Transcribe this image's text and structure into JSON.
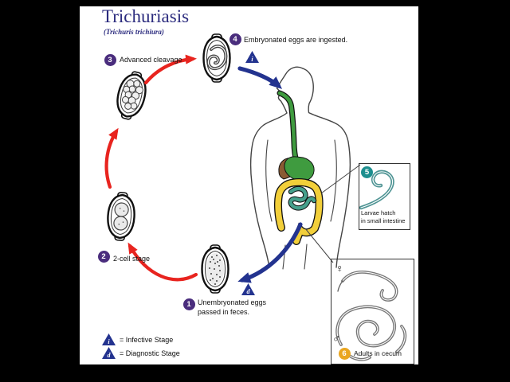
{
  "title": {
    "main": "Trichuriasis",
    "subtitle": "(Trichuris trichiura)"
  },
  "steps": {
    "step1": {
      "number": "1",
      "line1": "Unembryonated eggs",
      "line2": "passed in feces."
    },
    "step2": {
      "number": "2",
      "label": "2-cell stage"
    },
    "step3": {
      "number": "3",
      "label": "Advanced cleavage"
    },
    "step4": {
      "number": "4",
      "label": "Embryonated eggs are ingested."
    },
    "step5": {
      "number": "5",
      "line1": "Larvae hatch",
      "line2": "in small intestine"
    },
    "step6": {
      "number": "6",
      "label": "Adults in cecum"
    }
  },
  "markers": {
    "infective_symbol": "i",
    "diagnostic_symbol": "d"
  },
  "legend": {
    "infective": {
      "symbol": "i",
      "label": "= Infective Stage"
    },
    "diagnostic": {
      "symbol": "d",
      "label": "= Diagnostic Stage"
    }
  },
  "symbols": {
    "female": "♀",
    "male": "♂"
  },
  "colors": {
    "background": "#000000",
    "panel": "#ffffff",
    "title_navy": "#2b2b7e",
    "step_badge_purple": "#4a2d7d",
    "badge_teal": "#1d8f8f",
    "badge_yellow": "#eaa620",
    "arrow_red": "#e8241f",
    "arrow_blue": "#23338f",
    "stomach_green": "#3f9b3f",
    "liver_brown": "#8a5a33",
    "colon_yellow": "#f2cf3a",
    "small_intestine_teal": "#46a08c"
  }
}
